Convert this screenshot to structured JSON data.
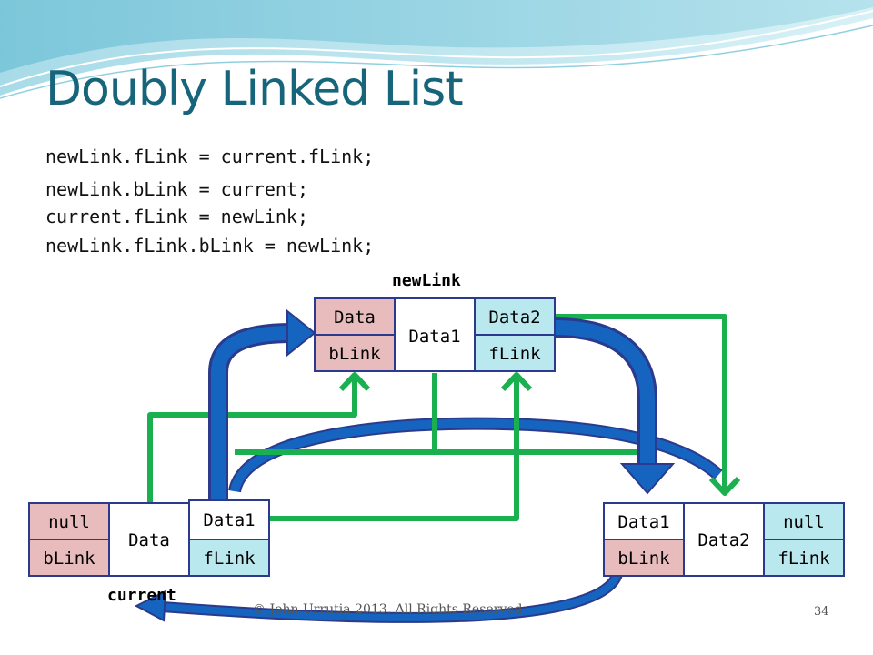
{
  "title": "Doubly Linked List",
  "code": [
    "newLink.fLink = current.fLink;",
    "newLink.bLink = current;",
    "current.fLink = newLink;",
    "newLink.fLink.bLink = newLink;"
  ],
  "labels": {
    "newlink": "newLink",
    "current": "current"
  },
  "nodes": {
    "newlink": {
      "top_left": "Data",
      "bottom_left": "bLink",
      "center": "Data1",
      "top_right": "Data2",
      "bottom_right": "fLink"
    },
    "current": {
      "top_left": "null",
      "bottom_left": "bLink",
      "center": "Data",
      "top_right": "Data1",
      "bottom_right": "fLink"
    },
    "next": {
      "top_left": "Data1",
      "bottom_left": "bLink",
      "center": "Data2",
      "top_right": "null",
      "bottom_right": "fLink"
    }
  },
  "footer": "© John Urrutia 2013, All Rights Reserved",
  "page_number": "34",
  "colors": {
    "title": "#17657a",
    "pink": "#e8bcbd",
    "cyan": "#b9e8ef",
    "green_arrow": "#1aaf4f",
    "blue_arrow": "#1565c0",
    "node_border": "#2b3a8c"
  }
}
